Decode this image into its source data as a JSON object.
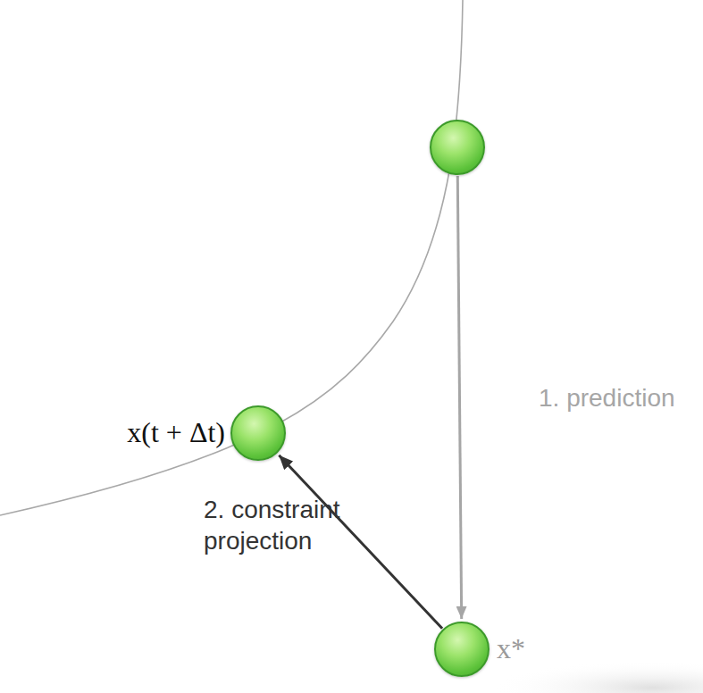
{
  "diagram": {
    "nodes": [
      {
        "text": []
      },
      {
        "text": [
          "x(t + Δt)"
        ]
      },
      {
        "text": [
          "x*"
        ]
      }
    ],
    "edges": [
      {
        "from": 0,
        "to": 2,
        "arrow": "to",
        "label": "1. prediction"
      },
      {
        "from": 2,
        "to": 1,
        "arrow": "to",
        "label": "2. constraint projection"
      }
    ]
  }
}
